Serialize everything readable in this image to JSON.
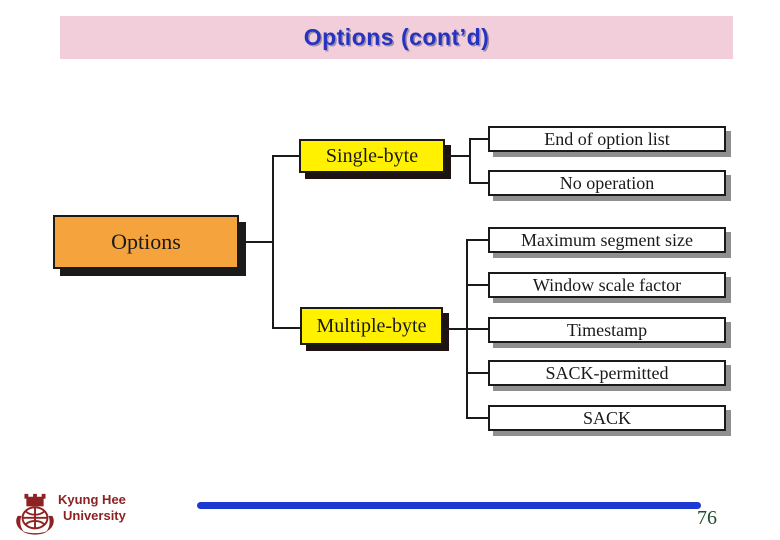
{
  "title": {
    "text": "Options (cont’d)"
  },
  "tree": {
    "root": {
      "label": "Options"
    },
    "branches": [
      {
        "label": "Single-byte",
        "children": [
          "End of option list",
          "No operation"
        ]
      },
      {
        "label": "Multiple-byte",
        "children": [
          "Maximum segment size",
          "Window scale factor",
          "Timestamp",
          "SACK-permitted",
          "SACK"
        ]
      }
    ]
  },
  "footer": {
    "org_line1": "Kyung Hee",
    "org_line2": "University",
    "page_number": "76",
    "logo_icon": "university-crest-icon"
  },
  "colors": {
    "title_bar_pink": "#f2cedb",
    "title_text_blue": "#2533c1",
    "root_orange": "#f5a33c",
    "branch_yellow": "#fff100",
    "leaf_white": "#ffffff",
    "connector_black": "#1a1a1a",
    "divider_blue": "#1c39d1",
    "crest_red": "#8e2222",
    "page_number_green": "#1f4d2e"
  }
}
